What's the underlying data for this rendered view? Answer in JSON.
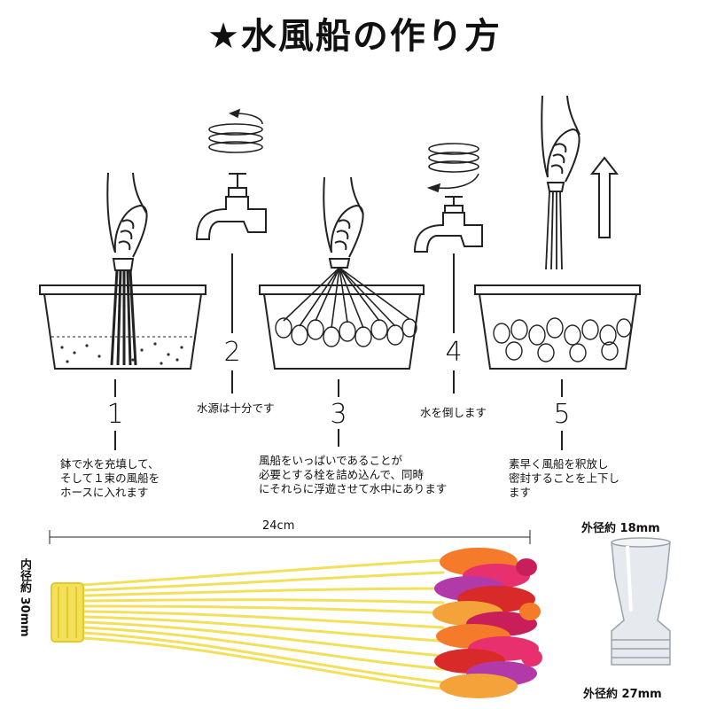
{
  "title": "★水風船の作り方",
  "steps": [
    {
      "number": "1",
      "caption": [
        "鉢で水を充填して、",
        "そして１束の風船を",
        "ホースに入れます"
      ]
    },
    {
      "number": "2",
      "caption": [
        "水源は十分です"
      ]
    },
    {
      "number": "3",
      "caption": [
        "風船をいっぱいであることが",
        "必要とする栓を詰め込んで、同時",
        "にそれらに浮遊させて水中にあります"
      ]
    },
    {
      "number": "4",
      "caption": [
        "水を倒します"
      ]
    },
    {
      "number": "5",
      "caption": [
        "素早く風船を釈放し",
        "密封することを上下し",
        "ます"
      ]
    }
  ],
  "product": {
    "length_label": "24cm",
    "inner_diameter_label": "内径約 30mm",
    "outer_diameter_top": "外径約 18mm",
    "outer_diameter_bottom": "外径約 27mm"
  },
  "colors": {
    "yellow": "#f3e05a",
    "yellow_dark": "#e6c82a",
    "balloons": [
      "#f57a2a",
      "#e8306e",
      "#b23aa8",
      "#d92a2a",
      "#f4a23a",
      "#c81e5a"
    ]
  }
}
